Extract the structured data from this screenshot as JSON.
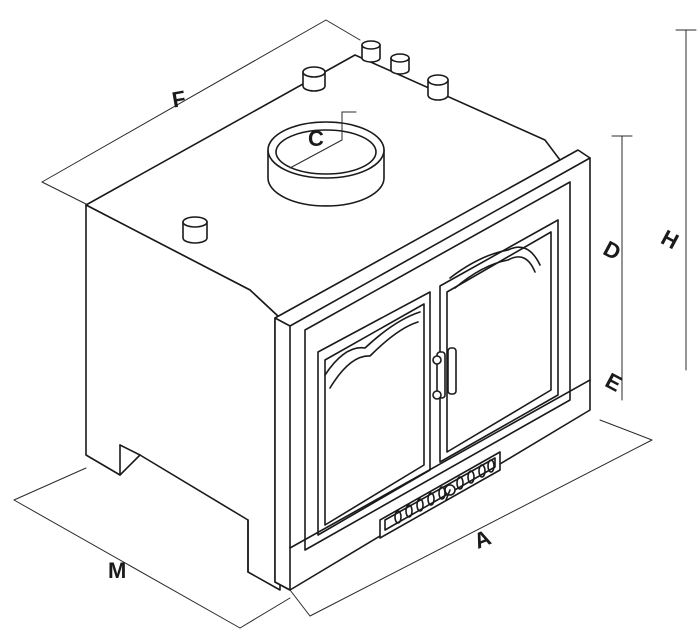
{
  "diagram": {
    "labels": {
      "A": "A",
      "C": "C",
      "D": "D",
      "E": "E",
      "F": "F",
      "H": "H",
      "M": "M"
    }
  }
}
